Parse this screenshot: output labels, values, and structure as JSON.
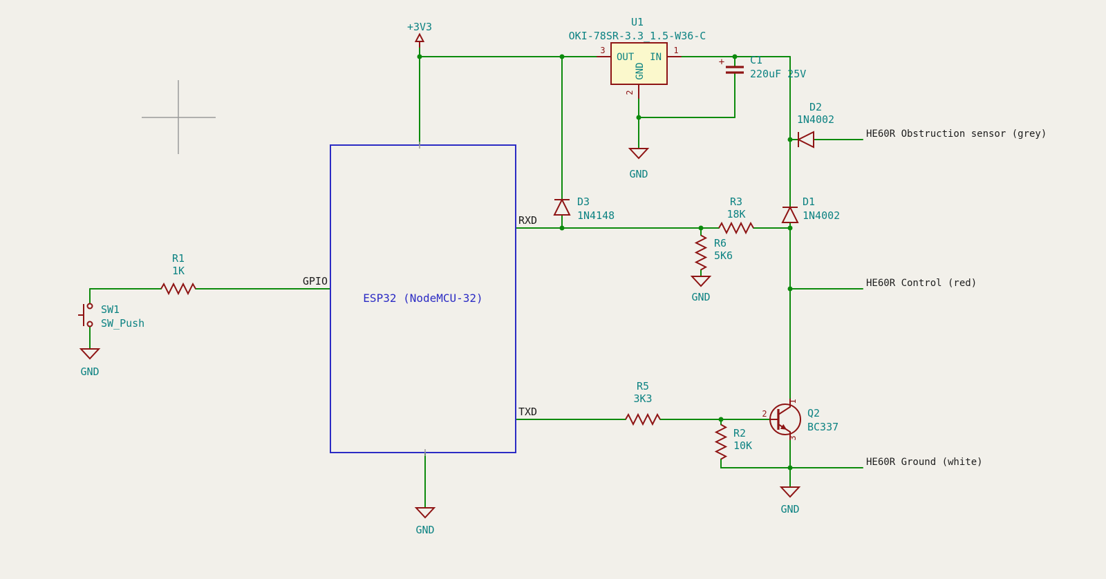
{
  "colors": {
    "bg": "#f2f0ea",
    "wire": "#0c8a0c",
    "symbol": "#8e1414",
    "field": "#0c8282",
    "text": "#1c1c1c",
    "blue": "#2b2bc4",
    "regfill": "#fbf8cc",
    "crosshair": "#9a9a9a"
  },
  "power": {
    "v33": "+3V3",
    "gnd": "GND"
  },
  "net_labels": {
    "obstruction": "HE60R Obstruction sensor (grey)",
    "control": "HE60R Control (red)",
    "ground": "HE60R Ground (white)"
  },
  "components": {
    "u1": {
      "ref": "U1",
      "value": "OKI-78SR-3.3_1.5-W36-C",
      "pin_out": "OUT",
      "pin_in": "IN",
      "pin_gnd": "GND",
      "num_out": "3",
      "num_in": "1",
      "num_gnd": "2"
    },
    "c1": {
      "ref": "C1",
      "value": "220uF 25V",
      "polarity": "+"
    },
    "d1": {
      "ref": "D1",
      "value": "1N4002"
    },
    "d2": {
      "ref": "D2",
      "value": "1N4002"
    },
    "d3": {
      "ref": "D3",
      "value": "1N4148"
    },
    "r1": {
      "ref": "R1",
      "value": "1K"
    },
    "r2": {
      "ref": "R2",
      "value": "10K"
    },
    "r3": {
      "ref": "R3",
      "value": "18K"
    },
    "r5": {
      "ref": "R5",
      "value": "3K3"
    },
    "r6": {
      "ref": "R6",
      "value": "5K6"
    },
    "q2": {
      "ref": "Q2",
      "value": "BC337",
      "num_c": "1",
      "num_b": "2",
      "num_e": "3"
    },
    "sw1": {
      "ref": "SW1",
      "value": "SW_Push"
    },
    "esp32": {
      "value": "ESP32 (NodeMCU-32)",
      "pin_gpio": "GPIO",
      "pin_rxd": "RXD",
      "pin_txd": "TXD"
    }
  }
}
